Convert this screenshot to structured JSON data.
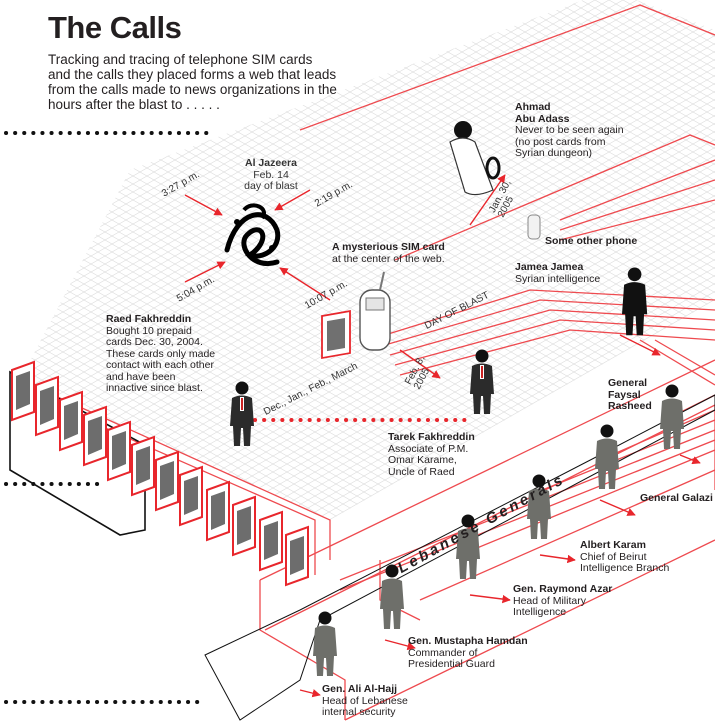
{
  "title": "The Calls",
  "intro": "Tracking and tracing of telephone SIM cards and the calls they placed forms a web that leads from the calls made to news organizations in the hours after the blast to . . . . .",
  "colors": {
    "accent": "#e8262c",
    "line": "#ee4a4f",
    "figure": "#6e6f6a",
    "suit": "#2b2b2b"
  },
  "nodes": {
    "al_jazeera": {
      "name": "Al Jazeera",
      "text": "Feb. 14\nday of blast"
    },
    "ahmad": {
      "name": "Ahmad\nAbu Adass",
      "text": "Never to be seen again\n(no post cards from\nSyrian dungeon)"
    },
    "sim_card": {
      "name": "A mysterious SIM card",
      "text": "at the center of the web."
    },
    "other_phone": {
      "name": "Some other phone",
      "text": ""
    },
    "jamea": {
      "name": "Jamea Jamea",
      "text": "Syrian intelligence"
    },
    "raed": {
      "name": "Raed Fakhreddin",
      "text": "Bought 10 prepaid\ncards Dec. 30, 2004.\nThese cards only made\ncontact with each other\nand have been\ninnactive since blast."
    },
    "tarek": {
      "name": "Tarek Fakhreddin",
      "text": "Associate of P.M.\nOmar Karame,\nUncle of Raed"
    },
    "rasheed": {
      "name": "General\nFaysal\nRasheed",
      "text": ""
    },
    "galazi": {
      "name": "General Galazi",
      "text": ""
    },
    "karam": {
      "name": "Albert Karam",
      "text": "Chief of Beirut\nIntelligence Branch"
    },
    "azar": {
      "name": "Gen. Raymond Azar",
      "text": "Head of Military\nIntelligence"
    },
    "hamdan": {
      "name": "Gen. Mustapha Hamdan",
      "text": "Commander of\nPresidential Guard"
    },
    "alhajj": {
      "name": "Gen. Ali Al-Hajj",
      "text": "Head of Lebanese\ninternal security"
    }
  },
  "times": [
    "3:27 p.m.",
    "2:19 p.m.",
    "5:04 p.m.",
    "10:07 p.m."
  ],
  "dates": {
    "jan30": "Jan. 30,\n2005",
    "feb8": "Feb. 8,\n2005",
    "day_of_blast": "DAY OF BLAST",
    "months": "Dec., Jan., Feb., March"
  },
  "group_label": "Lebanese Generals"
}
